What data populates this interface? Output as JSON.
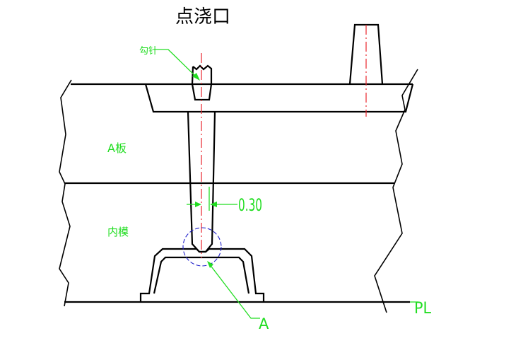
{
  "drawing": {
    "title": "点浇口",
    "labels": {
      "sprue_pin": "勾针",
      "a_plate": "A板",
      "inner_mold": "内模",
      "dimension": "0.30",
      "detail_ref": "A",
      "parting_line": "PL"
    },
    "colors": {
      "outline": "#000000",
      "annotation": "#22dd22",
      "center_line": "#e8262d",
      "detail_circle": "#2222cc"
    }
  }
}
